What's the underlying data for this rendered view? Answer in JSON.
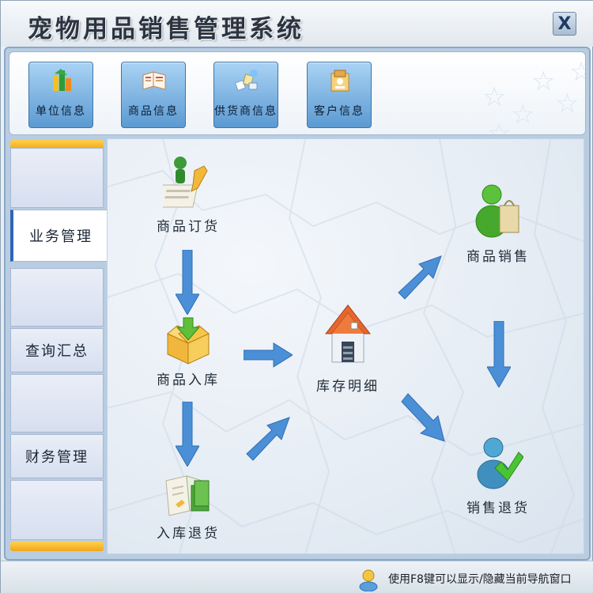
{
  "window": {
    "title": "宠物用品销售管理系统",
    "close_label": "X"
  },
  "toolbar": {
    "buttons": [
      {
        "label": "单位信息",
        "icon": "org-info-icon"
      },
      {
        "label": "商品信息",
        "icon": "product-info-icon"
      },
      {
        "label": "供货商信息",
        "icon": "supplier-info-icon"
      },
      {
        "label": "客户信息",
        "icon": "customer-info-icon"
      }
    ]
  },
  "sidebar": {
    "tabs": [
      {
        "label": ""
      },
      {
        "label": "业务管理",
        "active": true
      },
      {
        "label": ""
      },
      {
        "label": "查询汇总"
      },
      {
        "label": ""
      },
      {
        "label": "财务管理"
      },
      {
        "label": ""
      }
    ]
  },
  "workflow": {
    "nodes": {
      "order": "商品订货",
      "stock_in": "商品入库",
      "return_in": "入库退货",
      "inventory": "库存明细",
      "sales": "商品销售",
      "sales_return": "销售退货"
    }
  },
  "status": {
    "text": "使用F8键可以显示/隐藏当前导航窗口"
  },
  "colors": {
    "accent": "#2f66b3",
    "arrow": "#4b8fd6",
    "tab_cap": "#f2a51c"
  }
}
